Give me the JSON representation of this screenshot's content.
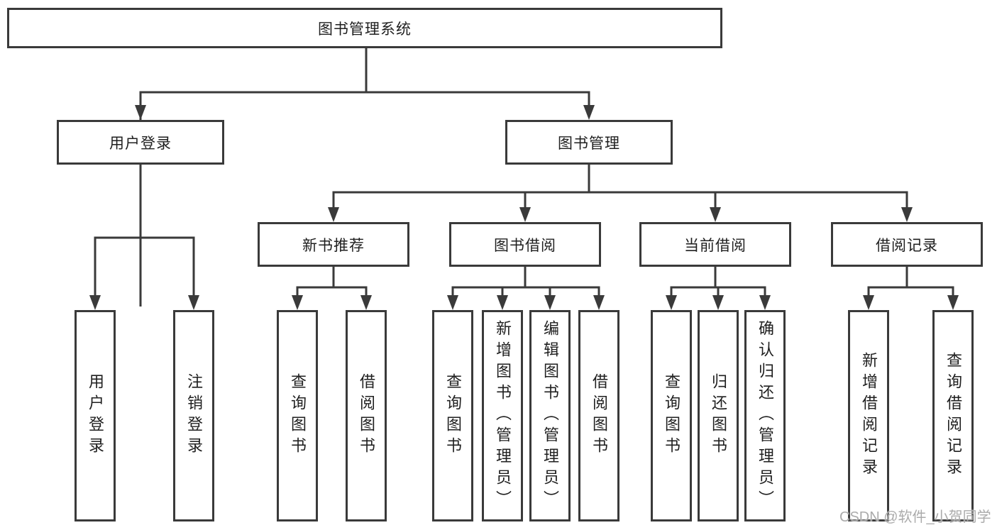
{
  "diagram": {
    "type": "tree-structure-chart",
    "nodes": {
      "root": "图书管理系统",
      "user_login": "用户登录",
      "book_mgmt": "图书管理",
      "new_book_rec": "新书推荐",
      "book_borrow": "图书借阅",
      "current_borrow": "当前借阅",
      "borrow_records": "借阅记录",
      "leaf_user_login": "用户登录",
      "leaf_logout": "注销登录",
      "leaf_query_book_1": "查询图书",
      "leaf_borrow_book_1": "借阅图书",
      "leaf_query_book_2": "查询图书",
      "leaf_add_book": "新增图书（管理员）",
      "leaf_edit_book": "编辑图书（管理员）",
      "leaf_borrow_book_2": "借阅图书",
      "leaf_query_book_3": "查询图书",
      "leaf_return_book": "归还图书",
      "leaf_confirm_return": "确认归还（管理员）",
      "leaf_add_record": "新增借阅记录",
      "leaf_query_record": "查询借阅记录"
    },
    "hierarchy": {
      "图书管理系统": {
        "用户登录": [
          "用户登录",
          "注销登录"
        ],
        "图书管理": {
          "新书推荐": [
            "查询图书",
            "借阅图书"
          ],
          "图书借阅": [
            "查询图书",
            "新增图书（管理员）",
            "编辑图书（管理员）",
            "借阅图书"
          ],
          "当前借阅": [
            "查询图书",
            "归还图书",
            "确认归还（管理员）"
          ],
          "借阅记录": [
            "新增借阅记录",
            "查询借阅记录"
          ]
        }
      }
    },
    "colors": {
      "line": "#3a3a3a",
      "box_border": "#3a3a3a",
      "text": "#1f1f1f",
      "background": "#ffffff",
      "watermark": "#ababab"
    }
  },
  "watermark": "CSDN @软件_小贺同学"
}
